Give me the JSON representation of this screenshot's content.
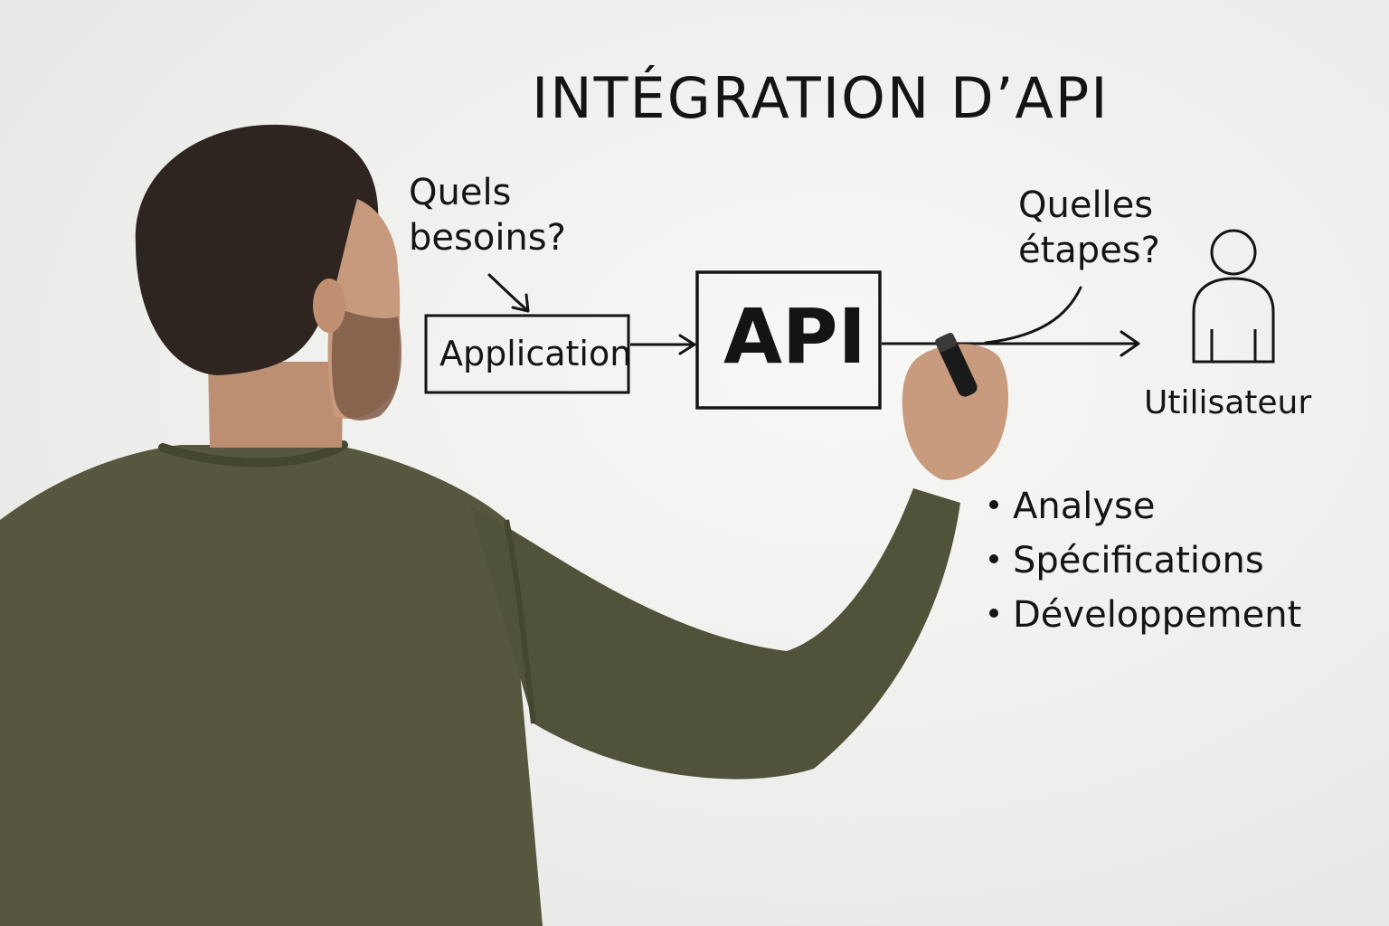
{
  "whiteboard": {
    "title": "INTÉGRATION D’API",
    "question_needs": "Quels\nbesoins?",
    "question_steps": "Quelles\nétapes?",
    "box_application": "Application",
    "box_api": "API",
    "user_label": "Utilisateur",
    "steps": [
      {
        "label": "Analyse"
      },
      {
        "label": "Spécifications"
      },
      {
        "label": "Développement"
      }
    ]
  },
  "colors": {
    "ink": "#141414",
    "sweater": "#57573f",
    "hair": "#2e2520",
    "skin": "#c79a7d",
    "wall": "#efefed"
  },
  "icons": [
    "user-icon",
    "marker-icon"
  ]
}
